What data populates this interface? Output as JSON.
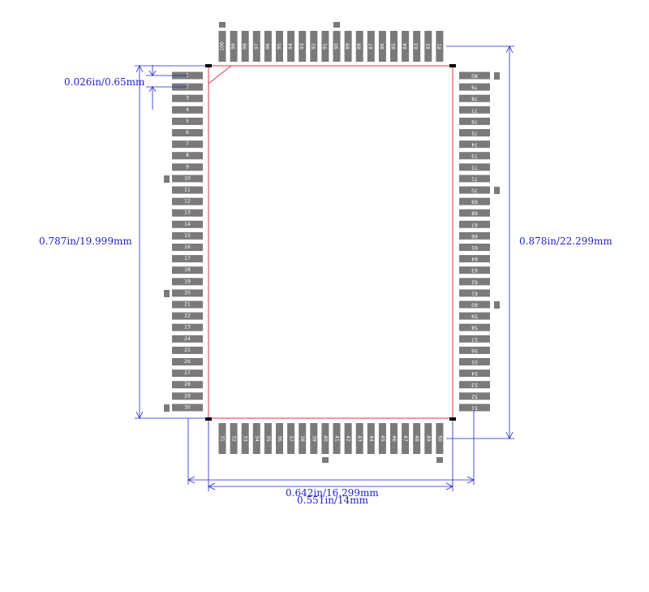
{
  "dimensions": {
    "pitch": "0.026in/0.65mm",
    "body_height": "0.787in/19.999mm",
    "overall_height": "0.878in/22.299mm",
    "overall_width": "0.642in/16.299mm",
    "body_width": "0.551in/14mm"
  },
  "pins": {
    "left": [
      "1",
      "2",
      "3",
      "4",
      "5",
      "6",
      "7",
      "8",
      "9",
      "10",
      "11",
      "12",
      "13",
      "14",
      "15",
      "16",
      "17",
      "18",
      "19",
      "20",
      "21",
      "22",
      "23",
      "24",
      "25",
      "26",
      "27",
      "28",
      "29",
      "30"
    ],
    "bottom": [
      "31",
      "32",
      "33",
      "34",
      "35",
      "36",
      "37",
      "38",
      "39",
      "40",
      "41",
      "42",
      "43",
      "44",
      "45",
      "46",
      "47",
      "48",
      "49",
      "50"
    ],
    "right": [
      "51",
      "52",
      "53",
      "54",
      "55",
      "56",
      "57",
      "58",
      "59",
      "60",
      "61",
      "62",
      "63",
      "64",
      "65",
      "66",
      "67",
      "68",
      "69",
      "70",
      "71",
      "72",
      "73",
      "74",
      "75",
      "76",
      "77",
      "78",
      "79",
      "80"
    ],
    "top": [
      "81",
      "82",
      "83",
      "84",
      "85",
      "86",
      "87",
      "88",
      "89",
      "90",
      "91",
      "92",
      "93",
      "94",
      "95",
      "96",
      "97",
      "98",
      "99",
      "100"
    ]
  },
  "colors": {
    "pad": "#7a7a7a",
    "body_outline": "#e8324a",
    "dimension": "#2222cc",
    "corner_mark": "#000000"
  }
}
